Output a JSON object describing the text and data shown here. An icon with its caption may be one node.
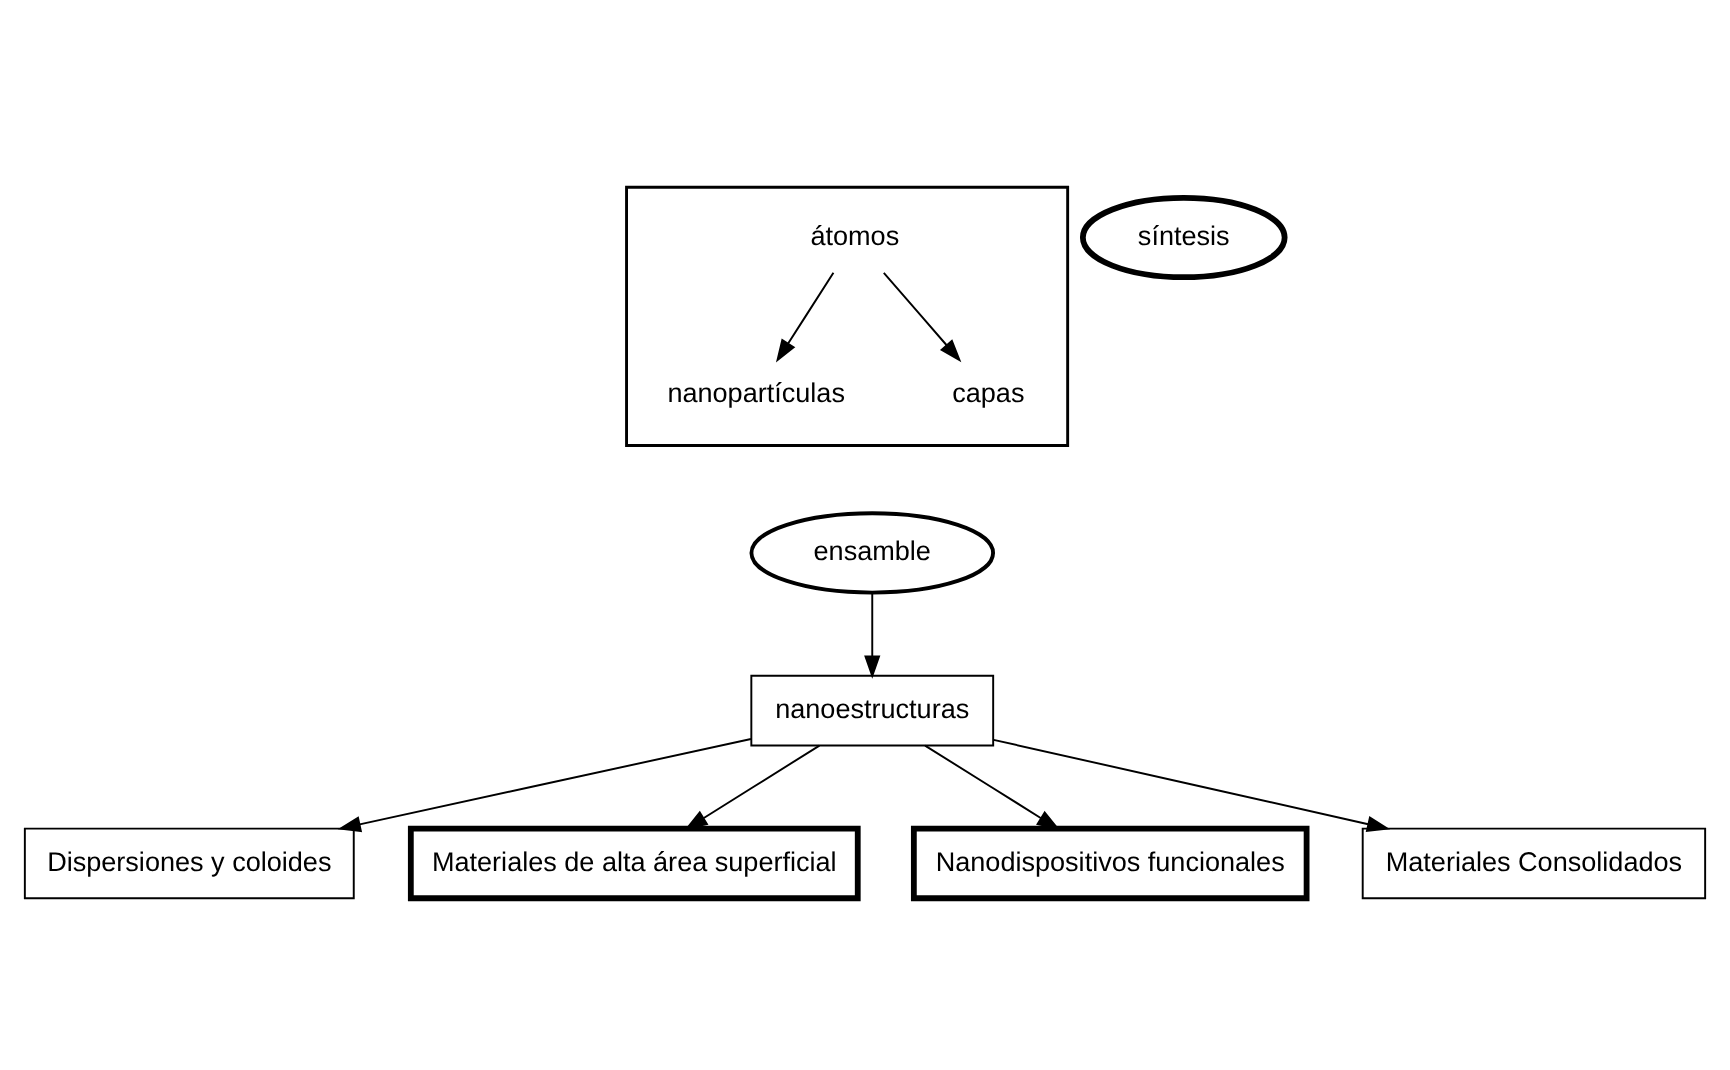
{
  "diagram": {
    "nodes": [
      {
        "text": [],
        "shape": "box"
      },
      {
        "text": [
          "átomos"
        ],
        "in": 0
      },
      {
        "text": [
          "nanopartículas"
        ],
        "in": 0
      },
      {
        "text": [
          "capas"
        ],
        "in": 0
      },
      {
        "text": [
          "síntesis"
        ]
      },
      {
        "text": [
          "ensamble"
        ]
      },
      {
        "text": [
          "nanoestructuras"
        ]
      },
      {
        "text": [
          "Dispersiones y coloides"
        ]
      },
      {
        "text": [
          "Materiales de alta área superficial"
        ]
      },
      {
        "text": [
          "Nanodispositivos funcionales"
        ]
      },
      {
        "text": [
          "Materiales Consolidados"
        ]
      }
    ],
    "edges": [
      {
        "from": 1,
        "to": 2,
        "arrow": "to"
      },
      {
        "from": 1,
        "to": 3,
        "arrow": "to"
      },
      {
        "from": 5,
        "to": 6,
        "arrow": "to"
      },
      {
        "from": 6,
        "to": 7,
        "arrow": "to"
      },
      {
        "from": 6,
        "to": 8,
        "arrow": "to"
      },
      {
        "from": 6,
        "to": 9,
        "arrow": "to"
      },
      {
        "from": 6,
        "to": 10,
        "arrow": "to"
      }
    ]
  }
}
